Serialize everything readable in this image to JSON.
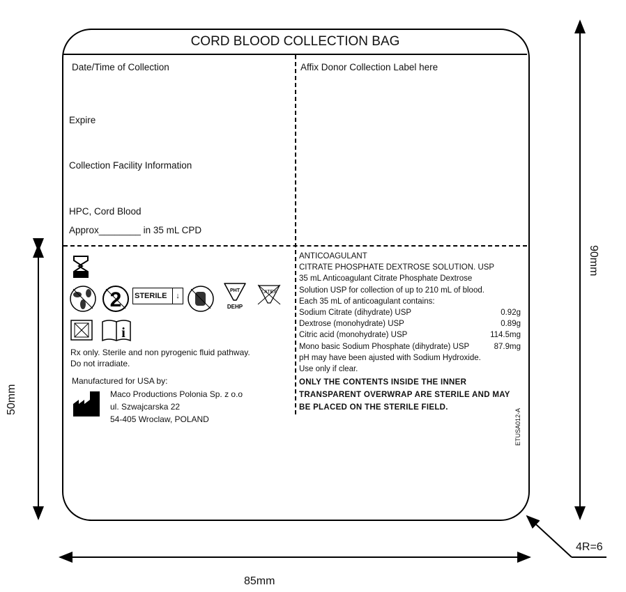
{
  "title": "CORD BLOOD COLLECTION BAG",
  "left_top": {
    "date_time": "Date/Time of Collection",
    "expire": "Expire",
    "facility": "Collection Facility Information",
    "product": "HPC, Cord Blood",
    "approx": "Approx________ in 35 mL CPD"
  },
  "right_top": {
    "affix": "Affix Donor Collection Label here"
  },
  "symbols": {
    "sterile": "STERILE",
    "pht": "PHT",
    "dehp": "DEHP",
    "latex": "LATEX",
    "single_use": "2"
  },
  "left_bottom": {
    "rx1": "Rx only. Sterile and non pyrogenic fluid pathway.",
    "rx2": "Do not irradiate.",
    "manufactured": "Manufactured for USA by:",
    "addr1": "Maco Productions Polonia Sp. z o.o",
    "addr2": "ul. Szwajcarska 22",
    "addr3": "54-405 Wroclaw, POLAND"
  },
  "right_bottom": {
    "h1": "ANTICOAGULANT",
    "h2": "CITRATE PHOSPHATE DEXTROSE SOLUTION. USP",
    "p1": "35 mL Anticoagulant Citrate Phosphate Dextrose",
    "p2": "Solution USP for collection of up to 210 mL of blood.",
    "p3": "Each 35 mL of anticoagulant contains:",
    "ingredients": [
      {
        "name": "Sodium Citrate (dihydrate) USP",
        "amount": "0.92g"
      },
      {
        "name": "Dextrose (monohydrate) USP",
        "amount": "0.89g"
      },
      {
        "name": "Citric acid (monohydrate) USP",
        "amount": "114.5mg"
      },
      {
        "name": "Mono basic Sodium Phosphate (dihydrate) USP",
        "amount": "87.9mg"
      }
    ],
    "p4": "pH may have been ajusted with Sodium Hydroxide.",
    "p5": "Use only if clear.",
    "w1": "ONLY THE CONTENTS INSIDE THE INNER",
    "w2": "TRANSPARENT OVERWRAP ARE STERILE AND MAY",
    "w3": "BE PLACED ON THE STERILE FIELD.",
    "code": "ETUSA012-A"
  },
  "dimensions": {
    "height_partial": "50mm",
    "height_total": "90mm",
    "width": "85mm",
    "radius": "4R=6"
  }
}
